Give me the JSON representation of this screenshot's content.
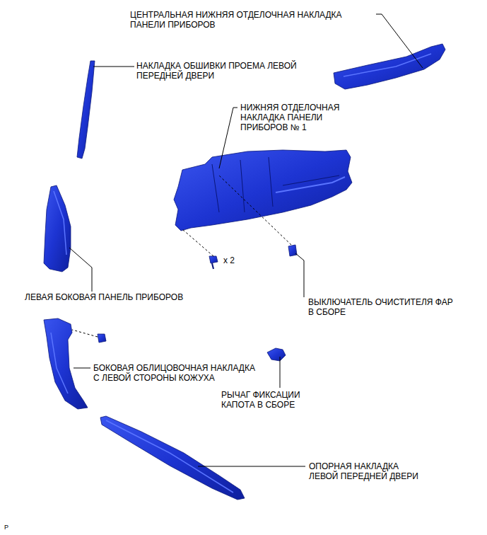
{
  "diagram": {
    "labels": [
      "ЦЕНТРАЛЬНАЯ НИЖНЯЯ ОТДЕЛОЧНАЯ НАКЛАДКА ПАНЕЛИ ПРИБОРОВ",
      "НАКЛАДКА ОБШИВКИ ПРОЕМА ЛЕВОЙ ПЕРЕДНЕЙ ДВЕРИ",
      "НИЖНЯЯ ОТДЕЛОЧНАЯ НАКЛАДКА ПАНЕЛИ ПРИБОРОВ № 1",
      "x 2",
      "ЛЕВАЯ БОКОВАЯ ПАНЕЛЬ ПРИБОРОВ",
      "ВЫКЛЮЧАТЕЛЬ ОЧИСТИТЕЛЯ ФАР В СБОРЕ",
      "БОКОВАЯ ОБЛИЦОВОЧНАЯ НАКЛАДКА С ЛЕВОЙ СТОРОНЫ КОЖУХА",
      "РЫЧАГ ФИКСАЦИИ КАПОТА В СБОРЕ",
      "ОПОРНАЯ НАКЛАДКА ЛЕВОЙ ПЕРЕДНЕЙ ДВЕРИ",
      "P"
    ]
  }
}
